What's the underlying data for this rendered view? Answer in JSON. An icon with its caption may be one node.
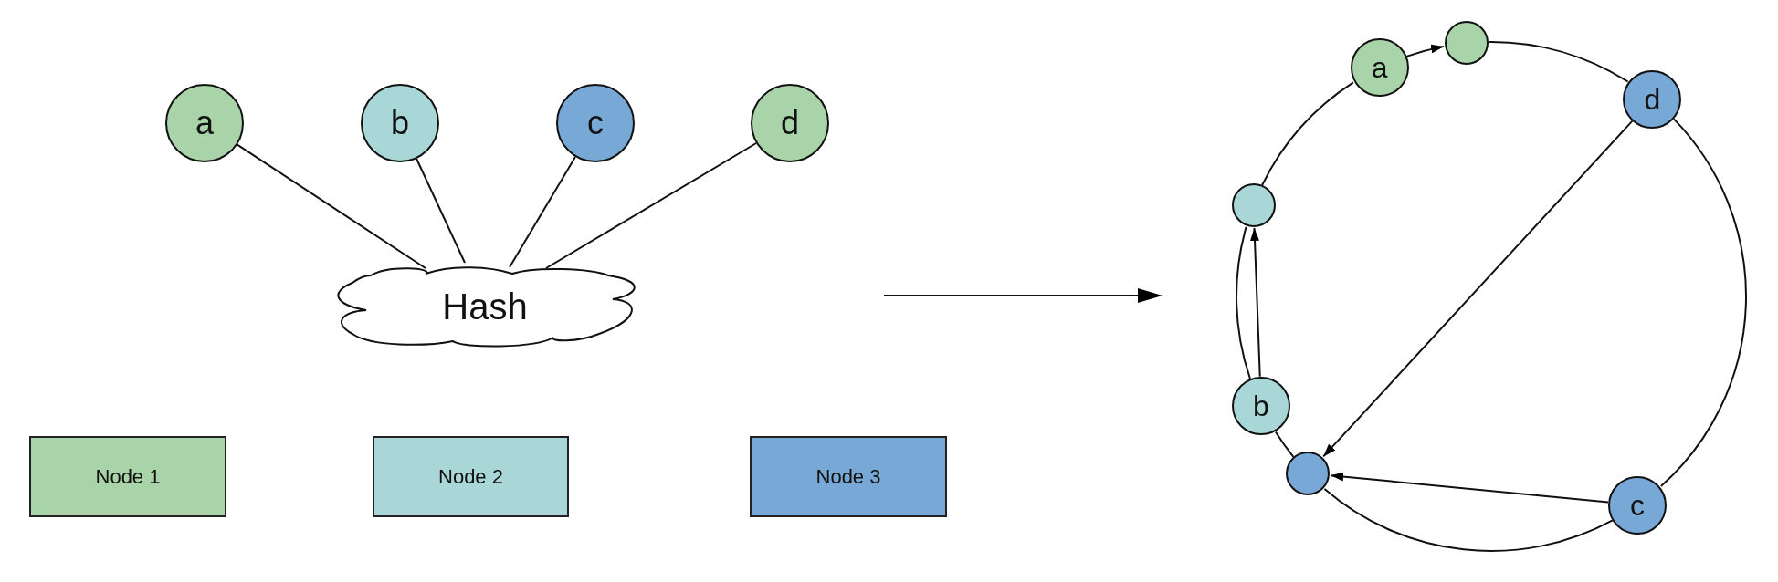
{
  "diagram": {
    "nodes": [
      {
        "text": [
          "a"
        ]
      },
      {
        "text": [
          "b"
        ]
      },
      {
        "text": [
          "c"
        ]
      },
      {
        "text": [
          "d"
        ]
      },
      {
        "text": [
          "Hash"
        ]
      },
      {
        "text": [
          "Node 1"
        ]
      },
      {
        "text": [
          "Node 2"
        ]
      },
      {
        "text": [
          "Node 3"
        ]
      },
      {
        "text": [],
        "shape": "circle"
      },
      {
        "text": [
          "a"
        ]
      },
      {
        "text": [
          "d"
        ]
      },
      {
        "text": [],
        "shape": "circle"
      },
      {
        "text": [
          "b"
        ]
      },
      {
        "text": [],
        "shape": "circle"
      },
      {
        "text": [
          "c"
        ]
      }
    ],
    "edges": [
      {
        "from": 0,
        "to": 4,
        "arrow": "none"
      },
      {
        "from": 1,
        "to": 4,
        "arrow": "none"
      },
      {
        "from": 2,
        "to": 4,
        "arrow": "none"
      },
      {
        "from": 3,
        "to": 4,
        "arrow": "none"
      },
      {
        "from": 8,
        "to": 10,
        "arrow": "none"
      },
      {
        "from": 10,
        "to": 14,
        "arrow": "none"
      },
      {
        "from": 14,
        "to": 13,
        "arrow": "none"
      },
      {
        "from": 13,
        "to": 12,
        "arrow": "none"
      },
      {
        "from": 12,
        "to": 11,
        "arrow": "none"
      },
      {
        "from": 11,
        "to": 9,
        "arrow": "none"
      },
      {
        "from": 9,
        "to": 8,
        "arrow": "to"
      },
      {
        "from": 12,
        "to": 11,
        "arrow": "to"
      },
      {
        "from": 10,
        "to": 13,
        "arrow": "to"
      },
      {
        "from": 14,
        "to": 13,
        "arrow": "to"
      }
    ]
  }
}
